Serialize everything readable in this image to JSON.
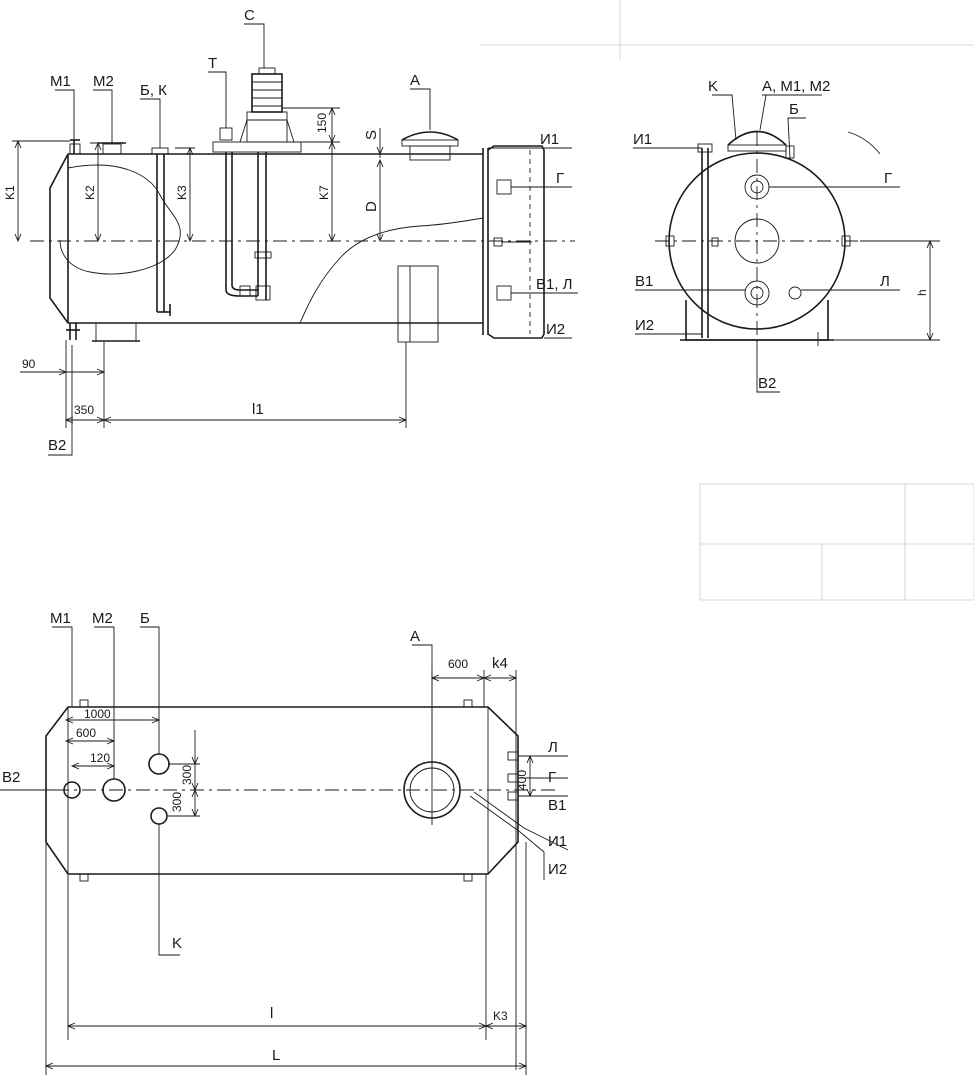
{
  "side_view": {
    "labels": {
      "m1": "M1",
      "m2": "M2",
      "b_k": "Б, К",
      "t": "T",
      "c": "C",
      "a": "A",
      "i1": "И1",
      "g": "Г",
      "v1_l": "В1, Л",
      "i2": "И2",
      "v2": "В2"
    },
    "dims": {
      "k1": "K1",
      "k2": "K2",
      "k3": "K3",
      "k7": "K7",
      "s": "S",
      "d": "D",
      "d150": "150",
      "d90": "90",
      "d350": "350",
      "l1": "l1"
    }
  },
  "end_view": {
    "labels": {
      "k": "K",
      "a_m1_m2": "A, M1, M2",
      "b": "Б",
      "i1": "И1",
      "g": "Г",
      "l": "Л",
      "v1": "В1",
      "i2": "И2",
      "v2": "В2"
    },
    "dims": {
      "h": "h"
    }
  },
  "plan_view": {
    "labels": {
      "m1": "M1",
      "m2": "M2",
      "b": "Б",
      "a": "A",
      "v2": "В2",
      "l": "Л",
      "g": "Г",
      "v1": "В1",
      "i1": "И1",
      "i2": "И2",
      "k": "K"
    },
    "dims": {
      "d600_top": "600",
      "k4": "k4",
      "d1000": "1000",
      "d600": "600",
      "d120": "120",
      "d300a": "300",
      "d300b": "300",
      "d400": "400",
      "l": "l",
      "k3": "K3",
      "big_l": "L"
    }
  },
  "colors": {
    "line": "#1a1a1a",
    "ghost": "#c9cdd2",
    "background": "#ffffff"
  }
}
